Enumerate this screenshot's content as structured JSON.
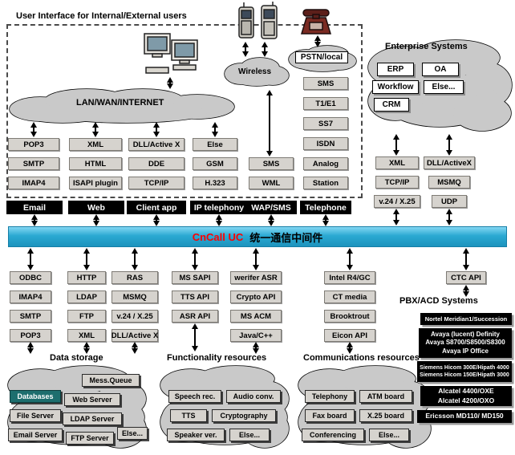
{
  "ui_title": "User Interface for Internal/External users",
  "middleware": {
    "brand": "CnCall UC",
    "name": "统一通信中间件"
  },
  "clouds": {
    "lan": "LAN/WAN/INTERNET",
    "wireless": "Wireless",
    "pstn": "PSTN/local"
  },
  "enterprise": {
    "label": "Enterprise Systems",
    "boxes": [
      "ERP",
      "OA",
      "Workflow",
      "Else...",
      "CRM"
    ],
    "protocol_cols": [
      [
        "XML",
        "TCP/IP",
        "v.24 / X.25"
      ],
      [
        "DLL/ActiveX",
        "MSMQ",
        "UDP"
      ]
    ]
  },
  "top_channels": [
    {
      "header": "Email",
      "protocols": [
        "POP3",
        "SMTP",
        "IMAP4"
      ]
    },
    {
      "header": "Web",
      "protocols": [
        "XML",
        "HTML",
        "ISAPI plugin"
      ]
    },
    {
      "header": "Client app",
      "protocols": [
        "DLL/Active X",
        "DDE",
        "TCP/IP"
      ]
    },
    {
      "header": "IP telephony",
      "protocols": [
        "Else",
        "GSM",
        "H.323"
      ]
    },
    {
      "header": "WAP/SMS",
      "protocols": [
        "SMS",
        "WML"
      ]
    },
    {
      "header": "Telephone",
      "protocols": [
        "SMS",
        "T1/E1",
        "SS7",
        "ISDN",
        "Analog",
        "Station"
      ]
    }
  ],
  "bottom_stacks": [
    [
      "ODBC",
      "IMAP4",
      "SMTP",
      "POP3"
    ],
    [
      "HTTP",
      "LDAP",
      "FTP",
      "XML"
    ],
    [
      "RAS",
      "MSMQ",
      "v.24 / X.25",
      "DLL/Active X"
    ],
    [
      "MS SAPI",
      "TTS API",
      "ASR API"
    ],
    [
      "werifer ASR",
      "Crypto API",
      "MS ACM",
      "Java/C++"
    ],
    [
      "Intel R4/GC",
      "CT media",
      "Brooktrout",
      "Eicon API"
    ],
    [
      "CTC API"
    ]
  ],
  "resources": {
    "data_storage": {
      "label": "Data storage",
      "boxes": [
        "Mess.Queue",
        "Databases",
        "Web Server",
        "File Server",
        "LDAP Server",
        "Email Server",
        "FTP Server",
        "Else..."
      ]
    },
    "functionality": {
      "label": "Functionality resources",
      "boxes": [
        "Speech rec.",
        "Audio conv.",
        "TTS",
        "Cryptography",
        "Speaker ver.",
        "Else..."
      ]
    },
    "communications": {
      "label": "Communications resources",
      "boxes": [
        "Telephony",
        "ATM board",
        "Fax board",
        "X.25 board",
        "Conferencing",
        "Else..."
      ]
    }
  },
  "pbx": {
    "label": "PBX/ACD Systems",
    "systems": [
      [
        "Nortel Meridian1/Succession"
      ],
      [
        "Avaya (lucent) Definity",
        "Avaya S8700/S8500/S8300",
        "Avaya IP Office"
      ],
      [
        "Siemens Hicom 300E/Hipath 4000",
        "Siemens Hicom 150E/Hipath 3000"
      ],
      [
        "Alcatel 4400/OXE",
        "Alcatel 4200/OXO"
      ],
      [
        "Ericsson MD110/ MD150"
      ]
    ]
  },
  "colors": {
    "bar_cyan": "#2aa9d2",
    "brand_red": "#ff0000",
    "box_gray": "#d6d3ce",
    "cloud_gray": "#c9c9c9",
    "header_black": "#000000",
    "databases_teal": "#1d6e6e"
  }
}
